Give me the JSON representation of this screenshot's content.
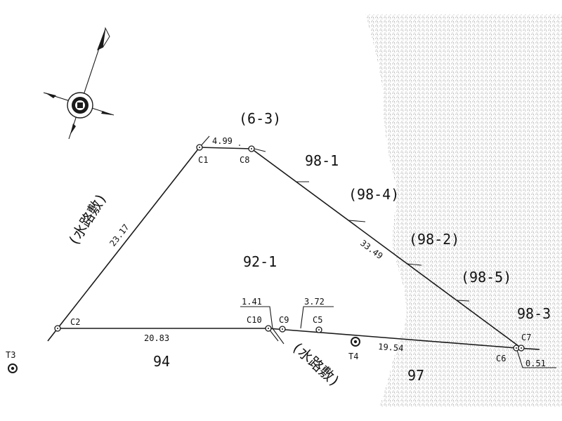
{
  "colors": {
    "ink": "#1a1a1a",
    "paper": "#ffffff",
    "hatch": "#9a9a9a"
  },
  "icons": {
    "compass": "north-arrow-compass-icon",
    "survey_point": "circled-dot-icon"
  },
  "points": {
    "c1": "C1",
    "c2": "C2",
    "c5": "C5",
    "c6": "C6",
    "c7": "C7",
    "c8": "C8",
    "c9": "C9",
    "c10": "C10",
    "t3": "T3",
    "t4": "T4"
  },
  "distances": {
    "c1_c8": "4.99",
    "c1_c2": "23.17",
    "c8_c7": "33.49",
    "c2_c10": "20.83",
    "c10_c9": "1.41",
    "c9_c5": "3.72",
    "c5_c6": "19.54",
    "c6_c7": "0.51"
  },
  "parcels": {
    "p6_3": "(6-3)",
    "p98_1": "98-1",
    "p98_4": "(98-4)",
    "p98_2": "(98-2)",
    "p98_5": "(98-5)",
    "p98_3": "98-3",
    "p92_1": "92-1",
    "p94": "94",
    "p97": "97",
    "waterway_left": "(水路敷)",
    "waterway_bottom": "(水路敷)"
  }
}
